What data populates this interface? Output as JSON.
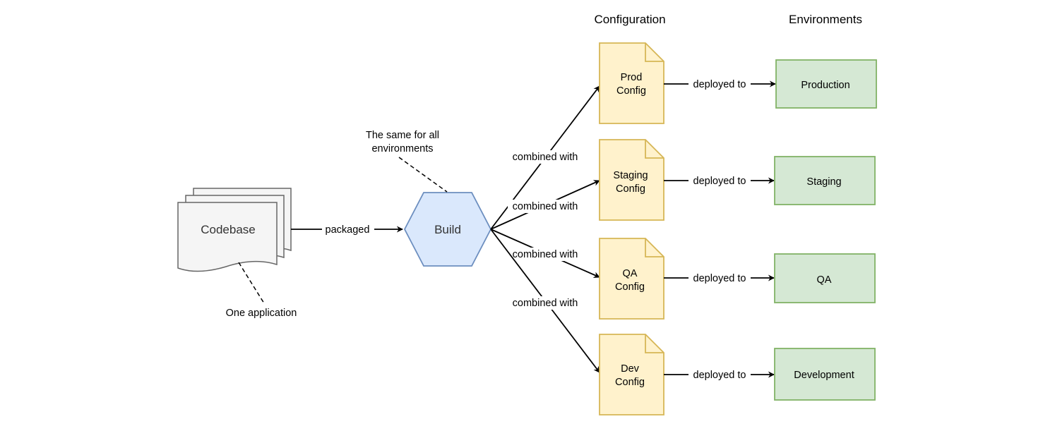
{
  "headers": {
    "configuration": "Configuration",
    "environments": "Environments"
  },
  "codebase": {
    "label": "Codebase",
    "note": "One application"
  },
  "build": {
    "label": "Build",
    "note_line1": "The same for all",
    "note_line2": "environments"
  },
  "edges": {
    "packaged": "packaged",
    "combined_with": "combined with",
    "deployed_to": "deployed to"
  },
  "configs": [
    {
      "line1": "Prod",
      "line2": "Config"
    },
    {
      "line1": "Staging",
      "line2": "Config"
    },
    {
      "line1": "QA",
      "line2": "Config"
    },
    {
      "line1": "Dev",
      "line2": "Config"
    }
  ],
  "environments": [
    {
      "label": "Production"
    },
    {
      "label": "Staging"
    },
    {
      "label": "QA"
    },
    {
      "label": "Development"
    }
  ],
  "colors": {
    "codebase_fill": "#f5f5f5",
    "codebase_stroke": "#666666",
    "build_fill": "#dae8fc",
    "build_stroke": "#6c8ebf",
    "config_fill": "#fff2cc",
    "config_stroke": "#d6b656",
    "env_fill": "#d5e8d4",
    "env_stroke": "#82b366"
  }
}
